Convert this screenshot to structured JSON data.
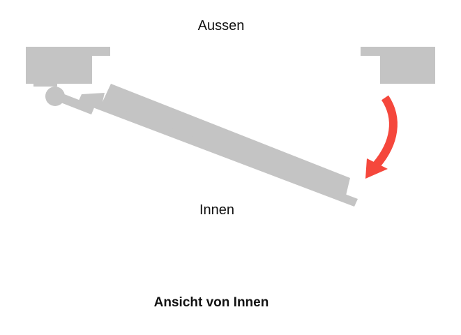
{
  "labels": {
    "outside": "Aussen",
    "inside": "Innen",
    "caption": "Ansicht von Innen"
  },
  "colors": {
    "frame": "#c4c4c4",
    "arrow": "#f5473c",
    "text": "#111111",
    "background": "#ffffff"
  },
  "icons": {
    "rotation_arrow": "curved-arrow-clockwise-icon"
  }
}
